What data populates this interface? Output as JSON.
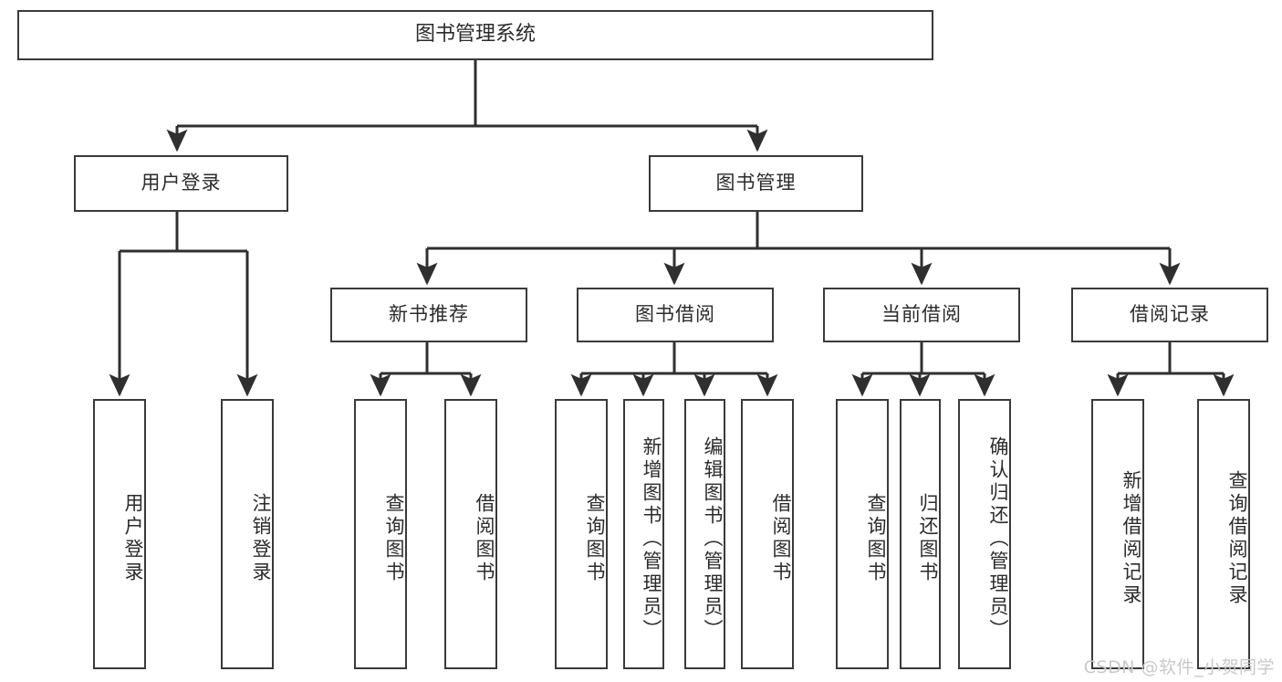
{
  "diagram": {
    "title": "图书管理系统",
    "type": "tree",
    "watermark": "CSDN @软件_小贺同学",
    "colors": {
      "box_border": "#3a3a3a",
      "box_fill": "#ffffff",
      "edge": "#2f2f2f",
      "text": "#2b2b2b",
      "watermark": "#c9c9c9",
      "background": "#ffffff"
    },
    "levels": {
      "root": [
        "图书管理系统"
      ],
      "level2": [
        "用户登录",
        "图书管理"
      ],
      "level3": [
        "新书推荐",
        "图书借阅",
        "当前借阅",
        "借阅记录"
      ],
      "leaves": [
        "用户登录",
        "注销登录",
        "查询图书",
        "借阅图书",
        "查询图书",
        "新增图书（管理员）",
        "编辑图书（管理员）",
        "借阅图书",
        "查询图书",
        "归还图书",
        "确认归还（管理员）",
        "新增借阅记录",
        "查询借阅记录"
      ]
    },
    "nodes": {
      "root": {
        "label": "图书管理系统"
      },
      "user_login": {
        "label": "用户登录"
      },
      "book_manage": {
        "label": "图书管理"
      },
      "new_book_rec": {
        "label": "新书推荐"
      },
      "book_borrow": {
        "label": "图书借阅"
      },
      "current_borrow": {
        "label": "当前借阅"
      },
      "borrow_record": {
        "label": "借阅记录"
      },
      "leaf_user_login": {
        "label": "用户登录"
      },
      "leaf_logout": {
        "label": "注销登录"
      },
      "leaf_query_book_1": {
        "label": "查询图书"
      },
      "leaf_borrow_book_1": {
        "label": "借阅图书"
      },
      "leaf_query_book_2": {
        "label": "查询图书"
      },
      "leaf_add_book": {
        "label": "新增图书（管理员）"
      },
      "leaf_edit_book": {
        "label": "编辑图书（管理员）"
      },
      "leaf_borrow_book_2": {
        "label": "借阅图书"
      },
      "leaf_query_book_3": {
        "label": "查询图书"
      },
      "leaf_return_book": {
        "label": "归还图书"
      },
      "leaf_confirm_return": {
        "label": "确认归还（管理员）"
      },
      "leaf_add_record": {
        "label": "新增借阅记录"
      },
      "leaf_query_record": {
        "label": "查询借阅记录"
      }
    },
    "edges": [
      {
        "from": "root",
        "to": "user_login"
      },
      {
        "from": "root",
        "to": "book_manage"
      },
      {
        "from": "user_login",
        "to": "leaf_user_login"
      },
      {
        "from": "user_login",
        "to": "leaf_logout"
      },
      {
        "from": "book_manage",
        "to": "new_book_rec"
      },
      {
        "from": "book_manage",
        "to": "book_borrow"
      },
      {
        "from": "book_manage",
        "to": "current_borrow"
      },
      {
        "from": "book_manage",
        "to": "borrow_record"
      },
      {
        "from": "new_book_rec",
        "to": "leaf_query_book_1"
      },
      {
        "from": "new_book_rec",
        "to": "leaf_borrow_book_1"
      },
      {
        "from": "book_borrow",
        "to": "leaf_query_book_2"
      },
      {
        "from": "book_borrow",
        "to": "leaf_add_book"
      },
      {
        "from": "book_borrow",
        "to": "leaf_edit_book"
      },
      {
        "from": "book_borrow",
        "to": "leaf_borrow_book_2"
      },
      {
        "from": "current_borrow",
        "to": "leaf_query_book_3"
      },
      {
        "from": "current_borrow",
        "to": "leaf_return_book"
      },
      {
        "from": "current_borrow",
        "to": "leaf_confirm_return"
      },
      {
        "from": "borrow_record",
        "to": "leaf_add_record"
      },
      {
        "from": "borrow_record",
        "to": "leaf_query_record"
      }
    ]
  }
}
